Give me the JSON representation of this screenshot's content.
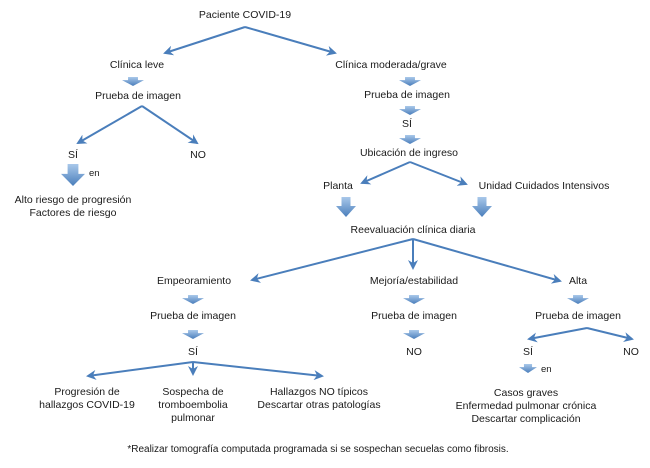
{
  "colors": {
    "arrow": "#4a7ebb",
    "block_arrow_top": "#9dc0e6",
    "block_arrow_bottom": "#4a7ebb",
    "text": "#1a1a1a"
  },
  "nodes": {
    "root": "Paciente COVID-19",
    "mild": "Clínica leve",
    "mild_imaging": "Prueba de imagen",
    "mild_yes": "SÍ",
    "mild_no": "NO",
    "mild_en": "en",
    "mild_yes_cases": [
      "Alto riesgo de progresión",
      "Factores de riesgo"
    ],
    "moderate": "Clínica moderada/grave",
    "moderate_imaging": "Prueba de imagen",
    "moderate_yes": "SÍ",
    "admission": "Ubicación de ingreso",
    "ward": "Planta",
    "icu": "Unidad Cuidados Intensivos",
    "daily_reeval": "Reevaluación clínica diaria",
    "worsening": "Empeoramiento",
    "worsening_imaging": "Prueba de imagen",
    "worsening_yes": "SÍ",
    "worsening_outcomes": [
      [
        "Progresión de",
        "hallazgos COVID-19"
      ],
      [
        "Sospecha de",
        "tromboembolia",
        "pulmonar"
      ],
      [
        "Hallazgos NO típicos",
        "Descartar otras patologías"
      ]
    ],
    "improvement": "Mejoría/estabilidad",
    "improvement_imaging": "Prueba de imagen",
    "improvement_no": "NO",
    "discharge": "Alta",
    "discharge_imaging": "Prueba de imagen",
    "discharge_yes": "SÍ",
    "discharge_no": "NO",
    "discharge_en": "en",
    "discharge_yes_cases": [
      "Casos graves",
      "Enfermedad pulmonar crónica",
      "Descartar complicación"
    ]
  },
  "footnote": "*Realizar tomografía computada programada si se sospechan secuelas como fibrosis."
}
